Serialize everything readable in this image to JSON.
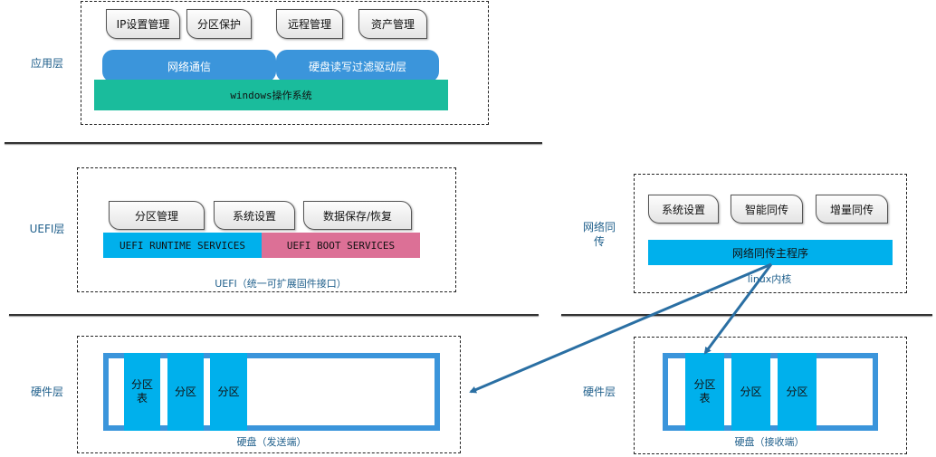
{
  "layers": {
    "app": "应用层",
    "uefi": "UEFI层",
    "netsync": "网络同\n传",
    "hw_left": "硬件层",
    "hw_right": "硬件层"
  },
  "app_layer": {
    "buttons": [
      "IP设置管理",
      "分区保护",
      "远程管理",
      "资产管理"
    ],
    "pills": [
      "网络通信",
      "硬盘读写过滤驱动层"
    ],
    "os_bar": "windows操作系统",
    "colors": {
      "pill": "#3b95db",
      "os_bar": "#1abc9c"
    }
  },
  "uefi_layer": {
    "buttons": [
      "分区管理",
      "系统设置",
      "数据保存/恢复"
    ],
    "runtime": "UEFI RUNTIME SERVICES",
    "boot": "UEFI BOOT SERVICES",
    "caption": "UEFI（统一可扩展固件接口）",
    "colors": {
      "runtime": "#00b0ec",
      "boot": "#dc7096"
    }
  },
  "netsync_layer": {
    "buttons": [
      "系统设置",
      "智能同传",
      "增量同传"
    ],
    "main_bar": "网络同传主程序",
    "caption": "linux内核"
  },
  "disk_sender": {
    "partitions": [
      "分区\n表",
      "分区",
      "分区"
    ],
    "caption": "硬盘（发送端）"
  },
  "disk_receiver": {
    "partitions": [
      "分区\n表",
      "分区",
      "分区"
    ],
    "caption": "硬盘（接收端）"
  },
  "arrow_color": "#2a6fa3"
}
